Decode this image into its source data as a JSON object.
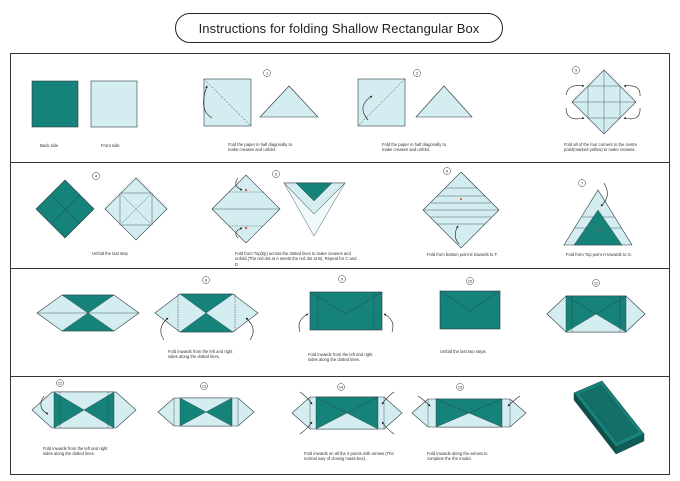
{
  "title": "Instructions for folding Shallow Rectangular Box",
  "colors": {
    "teal": "#16837a",
    "light": "#d3edf1",
    "line": "#2b3a42",
    "crease": "#1f6e7a",
    "dot": "#e0442a"
  },
  "step_numbers": [
    "1",
    "2",
    "3",
    "4",
    "5",
    "6",
    "7",
    "8",
    "9",
    "10",
    "11",
    "12",
    "13",
    "14",
    "15"
  ],
  "captions": {
    "back_side": "Back side",
    "front_side": "Front side",
    "step1": "Fold the paper in half diagonally to make creases and unfold.",
    "step2": "Fold the paper in half diagonally to make creases and unfold.",
    "step3": "Fold all of the four corners to the centre point(marked yellow) to make creases.",
    "step4": "Unfold the last step",
    "step5": "Fold from Top(tip) across the dotted lines to make creases and unfold.(The red dot at A meets the red dot at B). Repeat for C and D",
    "step6": "Fold from bottom point E towards to F.",
    "step7": "Fold from Top point H towards to G.",
    "step8": "Fold inwards from the left and right sides along the dotted lines.",
    "step9": "Fold inwards from the left and right sides along the dotted lines.",
    "step10": "Unfold the last two steps",
    "step12": "Fold inwards from the left and right sides along the dotted lines.",
    "step14": "Fold inwards on all the 4 points with arrows (The normal way of closing mass-box).",
    "step15": "Fold inwards along the arrows to complete the the model."
  }
}
